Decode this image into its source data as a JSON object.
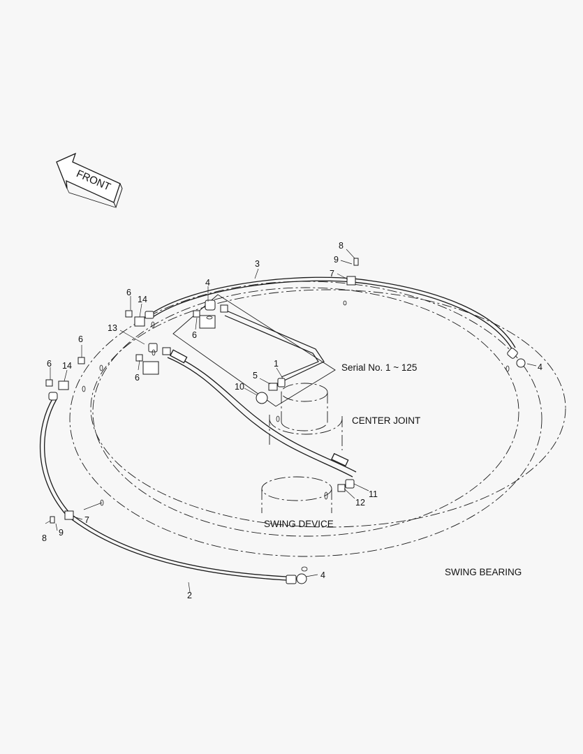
{
  "front_label": "FRONT",
  "annotations": {
    "serial": "Serial No. 1 ~ 125",
    "center_joint": "CENTER JOINT",
    "swing_device": "SWING DEVICE",
    "swing_bearing": "SWING BEARING"
  },
  "callouts": [
    "8",
    "9",
    "7",
    "3",
    "4",
    "6",
    "14",
    "13",
    "6",
    "6",
    "6",
    "6",
    "14",
    "1",
    "5",
    "10",
    "4",
    "11",
    "12",
    "7",
    "8",
    "9",
    "4",
    "2"
  ],
  "colors": {
    "line": "#1a1a1a",
    "background": "#f7f7f7",
    "part_fill": "#ffffff"
  }
}
